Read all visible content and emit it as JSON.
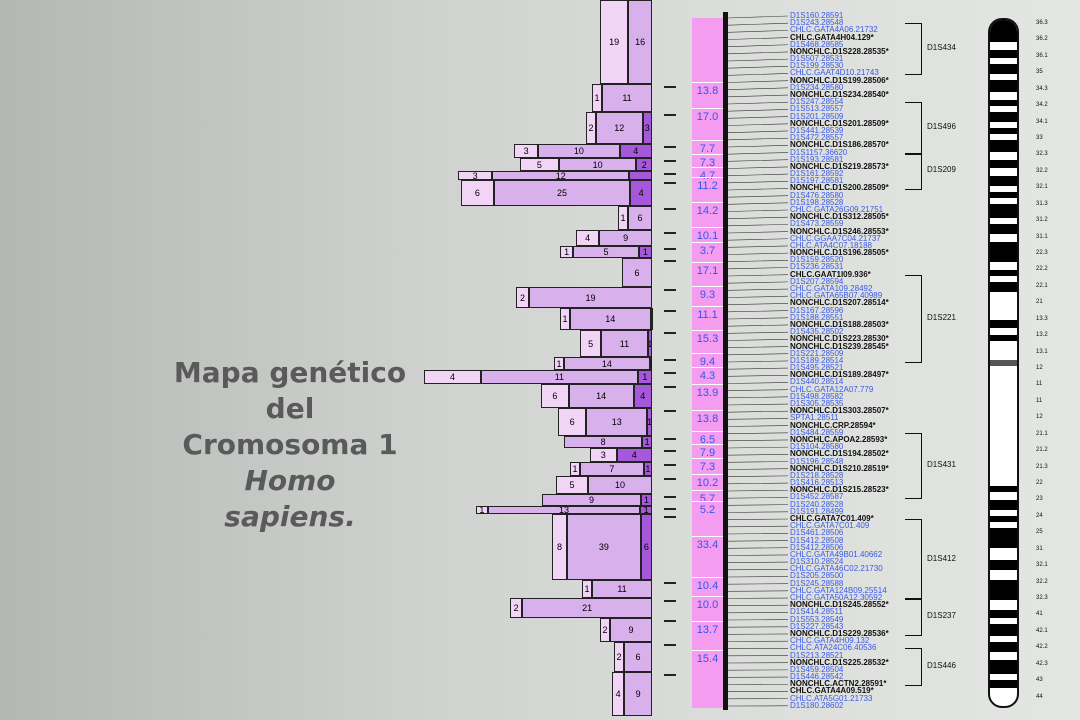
{
  "title": {
    "line1": "Mapa genético",
    "line2": "del",
    "line3": "Cromosoma 1",
    "line4": "Homo",
    "line5": "sapiens."
  },
  "colors": {
    "light": "#f2d4f6",
    "mid": "#d8b0ec",
    "dark": "#a658da",
    "pink_bar": "#f49cf0",
    "marker_blue": "#3a5ae8",
    "distance_blue": "#3355ee"
  },
  "haplotype_rows": [
    [
      {
        "v": "19",
        "c": 0
      },
      {
        "v": "16",
        "c": 1
      }
    ],
    [
      {
        "v": "1",
        "c": 0
      },
      {
        "v": "11",
        "c": 1
      }
    ],
    [
      {
        "v": "2",
        "c": 0
      },
      {
        "v": "12",
        "c": 1
      },
      {
        "v": "3",
        "c": 2
      }
    ],
    [
      {
        "v": "3",
        "c": 0
      },
      {
        "v": "10",
        "c": 1
      },
      {
        "v": "4",
        "c": 2
      }
    ],
    [
      {
        "v": "5",
        "c": 0
      },
      {
        "v": "10",
        "c": 1
      },
      {
        "v": "2",
        "c": 2
      }
    ],
    [
      {
        "v": "3",
        "c": 0
      },
      {
        "v": "12",
        "c": 1
      },
      {
        "v": "",
        "c": 2
      }
    ],
    [
      {
        "v": "6",
        "c": 0
      },
      {
        "v": "25",
        "c": 1
      },
      {
        "v": "4",
        "c": 2
      }
    ],
    [
      {
        "v": "1",
        "c": 0
      },
      {
        "v": "6",
        "c": 1
      }
    ],
    [
      {
        "v": "4",
        "c": 0
      },
      {
        "v": "9",
        "c": 1
      }
    ],
    [
      {
        "v": "1",
        "c": 0
      },
      {
        "v": "5",
        "c": 1
      },
      {
        "v": "1",
        "c": 2
      }
    ],
    [
      {
        "v": "6",
        "c": 1
      }
    ],
    [
      {
        "v": "2",
        "c": 0
      },
      {
        "v": "19",
        "c": 1
      }
    ],
    [
      {
        "v": "1",
        "c": 0
      },
      {
        "v": "14",
        "c": 1
      },
      {
        "v": "1",
        "c": 2
      }
    ],
    [
      {
        "v": "5",
        "c": 0
      },
      {
        "v": "11",
        "c": 1
      },
      {
        "v": "1",
        "c": 2
      }
    ],
    [
      {
        "v": "1",
        "c": 0
      },
      {
        "v": "14",
        "c": 1
      },
      {
        "v": "1",
        "c": 2
      }
    ],
    [
      {
        "v": "4",
        "c": 0
      },
      {
        "v": "11",
        "c": 1
      },
      {
        "v": "1",
        "c": 2
      }
    ],
    [
      {
        "v": "6",
        "c": 0
      },
      {
        "v": "14",
        "c": 1
      },
      {
        "v": "4",
        "c": 2
      }
    ],
    [
      {
        "v": "6",
        "c": 0
      },
      {
        "v": "13",
        "c": 1
      },
      {
        "v": "1",
        "c": 2
      }
    ],
    [
      {
        "v": "8",
        "c": 1
      },
      {
        "v": "1",
        "c": 2
      }
    ],
    [
      {
        "v": "3",
        "c": 0
      },
      {
        "v": "4",
        "c": 2
      }
    ],
    [
      {
        "v": "1",
        "c": 0
      },
      {
        "v": "7",
        "c": 1
      },
      {
        "v": "1",
        "c": 2
      }
    ],
    [
      {
        "v": "5",
        "c": 0
      },
      {
        "v": "10",
        "c": 1
      }
    ],
    [
      {
        "v": "9",
        "c": 1
      },
      {
        "v": "1",
        "c": 2
      }
    ],
    [
      {
        "v": "1",
        "c": 0
      },
      {
        "v": "13",
        "c": 1
      },
      {
        "v": "1",
        "c": 2
      }
    ],
    [
      {
        "v": "8",
        "c": 0
      },
      {
        "v": "39",
        "c": 1
      },
      {
        "v": "6",
        "c": 2
      }
    ],
    [
      {
        "v": "1",
        "c": 0
      },
      {
        "v": "11",
        "c": 1
      }
    ],
    [
      {
        "v": "2",
        "c": 0
      },
      {
        "v": "21",
        "c": 1
      }
    ],
    [
      {
        "v": "2",
        "c": 0
      },
      {
        "v": "9",
        "c": 1
      }
    ],
    [
      {
        "v": "2",
        "c": 0
      },
      {
        "v": "6",
        "c": 1
      }
    ],
    [
      {
        "v": "4",
        "c": 0
      },
      {
        "v": "9",
        "c": 1
      }
    ]
  ],
  "distances": [
    "13.8",
    "17.0",
    "7.7",
    "7.3",
    "4.7",
    "11.2",
    "14.2",
    "10.1",
    "3.7",
    "17.1",
    "9.3",
    "11.1",
    "15.3",
    "9.4",
    "4.3",
    "13.9",
    "13.8",
    "6.5",
    "7.9",
    "7.3",
    "10.2",
    "5.7",
    "5.2",
    "33.4",
    "10.4",
    "10.0",
    "13.7",
    "15.4"
  ],
  "markers": [
    {
      "t": "D1S160.28591",
      "k": false
    },
    {
      "t": "D1S243.28548",
      "k": false
    },
    {
      "t": "CHLC.GATA4A06.21732",
      "k": false
    },
    {
      "t": "CHLC.GATA4H04.129*",
      "k": true
    },
    {
      "t": "D1S468.28585",
      "k": false
    },
    {
      "t": "NONCHLC.D1S228.28535*",
      "k": true
    },
    {
      "t": "D1S507.28531",
      "k": false
    },
    {
      "t": "D1S199.28530",
      "k": false
    },
    {
      "t": "CHLC.GAAT4D10.21743",
      "k": false
    },
    {
      "t": "NONCHLC.D1S199.28506*",
      "k": true
    },
    {
      "t": "D1S234.28580",
      "k": false
    },
    {
      "t": "NONCHLC.D1S234.28540*",
      "k": true
    },
    {
      "t": "D1S247.28554",
      "k": false
    },
    {
      "t": "D1S513.28557",
      "k": false
    },
    {
      "t": "D1S201.28509",
      "k": false
    },
    {
      "t": "NONCHLC.D1S201.28509*",
      "k": true
    },
    {
      "t": "D1S441.28539",
      "k": false
    },
    {
      "t": "D1S472.28557",
      "k": false
    },
    {
      "t": "NONCHLC.D1S186.28570*",
      "k": true
    },
    {
      "t": "D1S1157.36620",
      "k": false
    },
    {
      "t": "D1S193.28581",
      "k": false
    },
    {
      "t": "NONCHLC.D1S219.28573*",
      "k": true
    },
    {
      "t": "D1S161.28592",
      "k": false
    },
    {
      "t": "D1S197.28581",
      "k": false
    },
    {
      "t": "NONCHLC.D1S200.28509*",
      "k": true
    },
    {
      "t": "D1S476.28580",
      "k": false
    },
    {
      "t": "D1S198.28528",
      "k": false
    },
    {
      "t": "CHLC.GATA26G09.21751",
      "k": false
    },
    {
      "t": "NONCHLC.D1S312.28505*",
      "k": true
    },
    {
      "t": "D1S473.28559",
      "k": false
    },
    {
      "t": "NONCHLC.D1S246.28553*",
      "k": true
    },
    {
      "t": "CHLC.GGAA7C04.21737",
      "k": false
    },
    {
      "t": "CHLC.ATA4C07.18188",
      "k": false
    },
    {
      "t": "NONCHLC.D1S196.28505*",
      "k": true
    },
    {
      "t": "D1S159.28520",
      "k": false
    },
    {
      "t": "D1S236.28531",
      "k": false
    },
    {
      "t": "CHLC.GAAT1I09.936*",
      "k": true
    },
    {
      "t": "D1S207.28594",
      "k": false
    },
    {
      "t": "CHLC.GATA109.28492",
      "k": false
    },
    {
      "t": "CHLC.GATA65B07.40989",
      "k": false
    },
    {
      "t": "NONCHLC.D1S207.28514*",
      "k": true
    },
    {
      "t": "D1S167.28596",
      "k": false
    },
    {
      "t": "D1S188.28551",
      "k": false
    },
    {
      "t": "NONCHLC.D1S188.28503*",
      "k": true
    },
    {
      "t": "D1S435.28502",
      "k": false
    },
    {
      "t": "NONCHLC.D1S223.28530*",
      "k": true
    },
    {
      "t": "NONCHLC.D1S239.28545*",
      "k": true
    },
    {
      "t": "D1S221.28509",
      "k": false
    },
    {
      "t": "D1S189.28514",
      "k": false
    },
    {
      "t": "D1S495.28521",
      "k": false
    },
    {
      "t": "NONCHLC.D1S189.28497*",
      "k": true
    },
    {
      "t": "D1S440.28514",
      "k": false
    },
    {
      "t": "CHLC.GATA12A07.779",
      "k": false
    },
    {
      "t": "D1S498.28582",
      "k": false
    },
    {
      "t": "D1S305.28535",
      "k": false
    },
    {
      "t": "NONCHLC.D1S303.28507*",
      "k": true
    },
    {
      "t": "SPTA1.28511",
      "k": false
    },
    {
      "t": "NONCHLC.CRP.28594*",
      "k": true
    },
    {
      "t": "D1S484.28559",
      "k": false
    },
    {
      "t": "NONCHLC.APOA2.28593*",
      "k": true
    },
    {
      "t": "D1S104.28580",
      "k": false
    },
    {
      "t": "NONCHLC.D1S194.28502*",
      "k": true
    },
    {
      "t": "D1S196.28548",
      "k": false
    },
    {
      "t": "NONCHLC.D1S210.28519*",
      "k": true
    },
    {
      "t": "D1S218.28528",
      "k": false
    },
    {
      "t": "D1S416.28513",
      "k": false
    },
    {
      "t": "NONCHLC.D1S215.28523*",
      "k": true
    },
    {
      "t": "D1S452.28587",
      "k": false
    },
    {
      "t": "D1S240.28528",
      "k": false
    },
    {
      "t": "D1S191.28499",
      "k": false
    },
    {
      "t": "CHLC.GATA7C01.409*",
      "k": true
    },
    {
      "t": "CHLC.GATA7C01.409",
      "k": false
    },
    {
      "t": "D1S461.28506",
      "k": false
    },
    {
      "t": "D1S412.28508",
      "k": false
    },
    {
      "t": "D1S412.28506",
      "k": false
    },
    {
      "t": "CHLC.GATA49B01.40662",
      "k": false
    },
    {
      "t": "D1S310.28524",
      "k": false
    },
    {
      "t": "CHLC.GATA46C02.21730",
      "k": false
    },
    {
      "t": "D1S205.28500",
      "k": false
    },
    {
      "t": "D1S245.28588",
      "k": false
    },
    {
      "t": "CHLC.GATA124B09.25514",
      "k": false
    },
    {
      "t": "CHLC.GATA50A12.30592",
      "k": false
    },
    {
      "t": "NONCHLC.D1S245.28552*",
      "k": true
    },
    {
      "t": "D1S414.28511",
      "k": false
    },
    {
      "t": "D1S553.28549",
      "k": false
    },
    {
      "t": "D1S227.28543",
      "k": false
    },
    {
      "t": "NONCHLC.D1S229.28536*",
      "k": true
    },
    {
      "t": "CHLC.GATA4H09.132",
      "k": false
    },
    {
      "t": "CHLC.ATA24C06.40536",
      "k": false
    },
    {
      "t": "D1S213.28521",
      "k": false
    },
    {
      "t": "NONCHLC.D1S225.28532*",
      "k": true
    },
    {
      "t": "D1S459.28504",
      "k": false
    },
    {
      "t": "D1S446.28542",
      "k": false
    },
    {
      "t": "NONCHLC.ACTN2.28591*",
      "k": true
    },
    {
      "t": "CHLC.GATA4A09.519*",
      "k": true
    },
    {
      "t": "CHLC.ATA5G01.21733",
      "k": false
    },
    {
      "t": "D1S180.28602",
      "k": false
    }
  ],
  "brackets": [
    {
      "label": "D1S434",
      "from": 1,
      "to": 8
    },
    {
      "label": "D1S496",
      "from": 12,
      "to": 19
    },
    {
      "label": "D1S209",
      "from": 19,
      "to": 24
    },
    {
      "label": "D1S221",
      "from": 36,
      "to": 48
    },
    {
      "label": "D1S431",
      "from": 58,
      "to": 67
    },
    {
      "label": "D1S412",
      "from": 70,
      "to": 81
    },
    {
      "label": "D1S237",
      "from": 81,
      "to": 86
    },
    {
      "label": "D1S446",
      "from": 88,
      "to": 93
    }
  ],
  "bands": [
    "36.3",
    "36.2",
    "36.1",
    "35",
    "34.3",
    "34.2",
    "34.1",
    "33",
    "32.3",
    "32.2",
    "32.1",
    "31.3",
    "31.2",
    "31.1",
    "22.3",
    "22.2",
    "22.1",
    "21",
    "13.3",
    "13.2",
    "13.1",
    "12",
    "11",
    "11",
    "12",
    "21.1",
    "21.2",
    "21.3",
    "22",
    "23",
    "24",
    "25",
    "31",
    "32.1",
    "32.2",
    "32.3",
    "41",
    "42.1",
    "42.2",
    "42.3",
    "43",
    "44"
  ]
}
